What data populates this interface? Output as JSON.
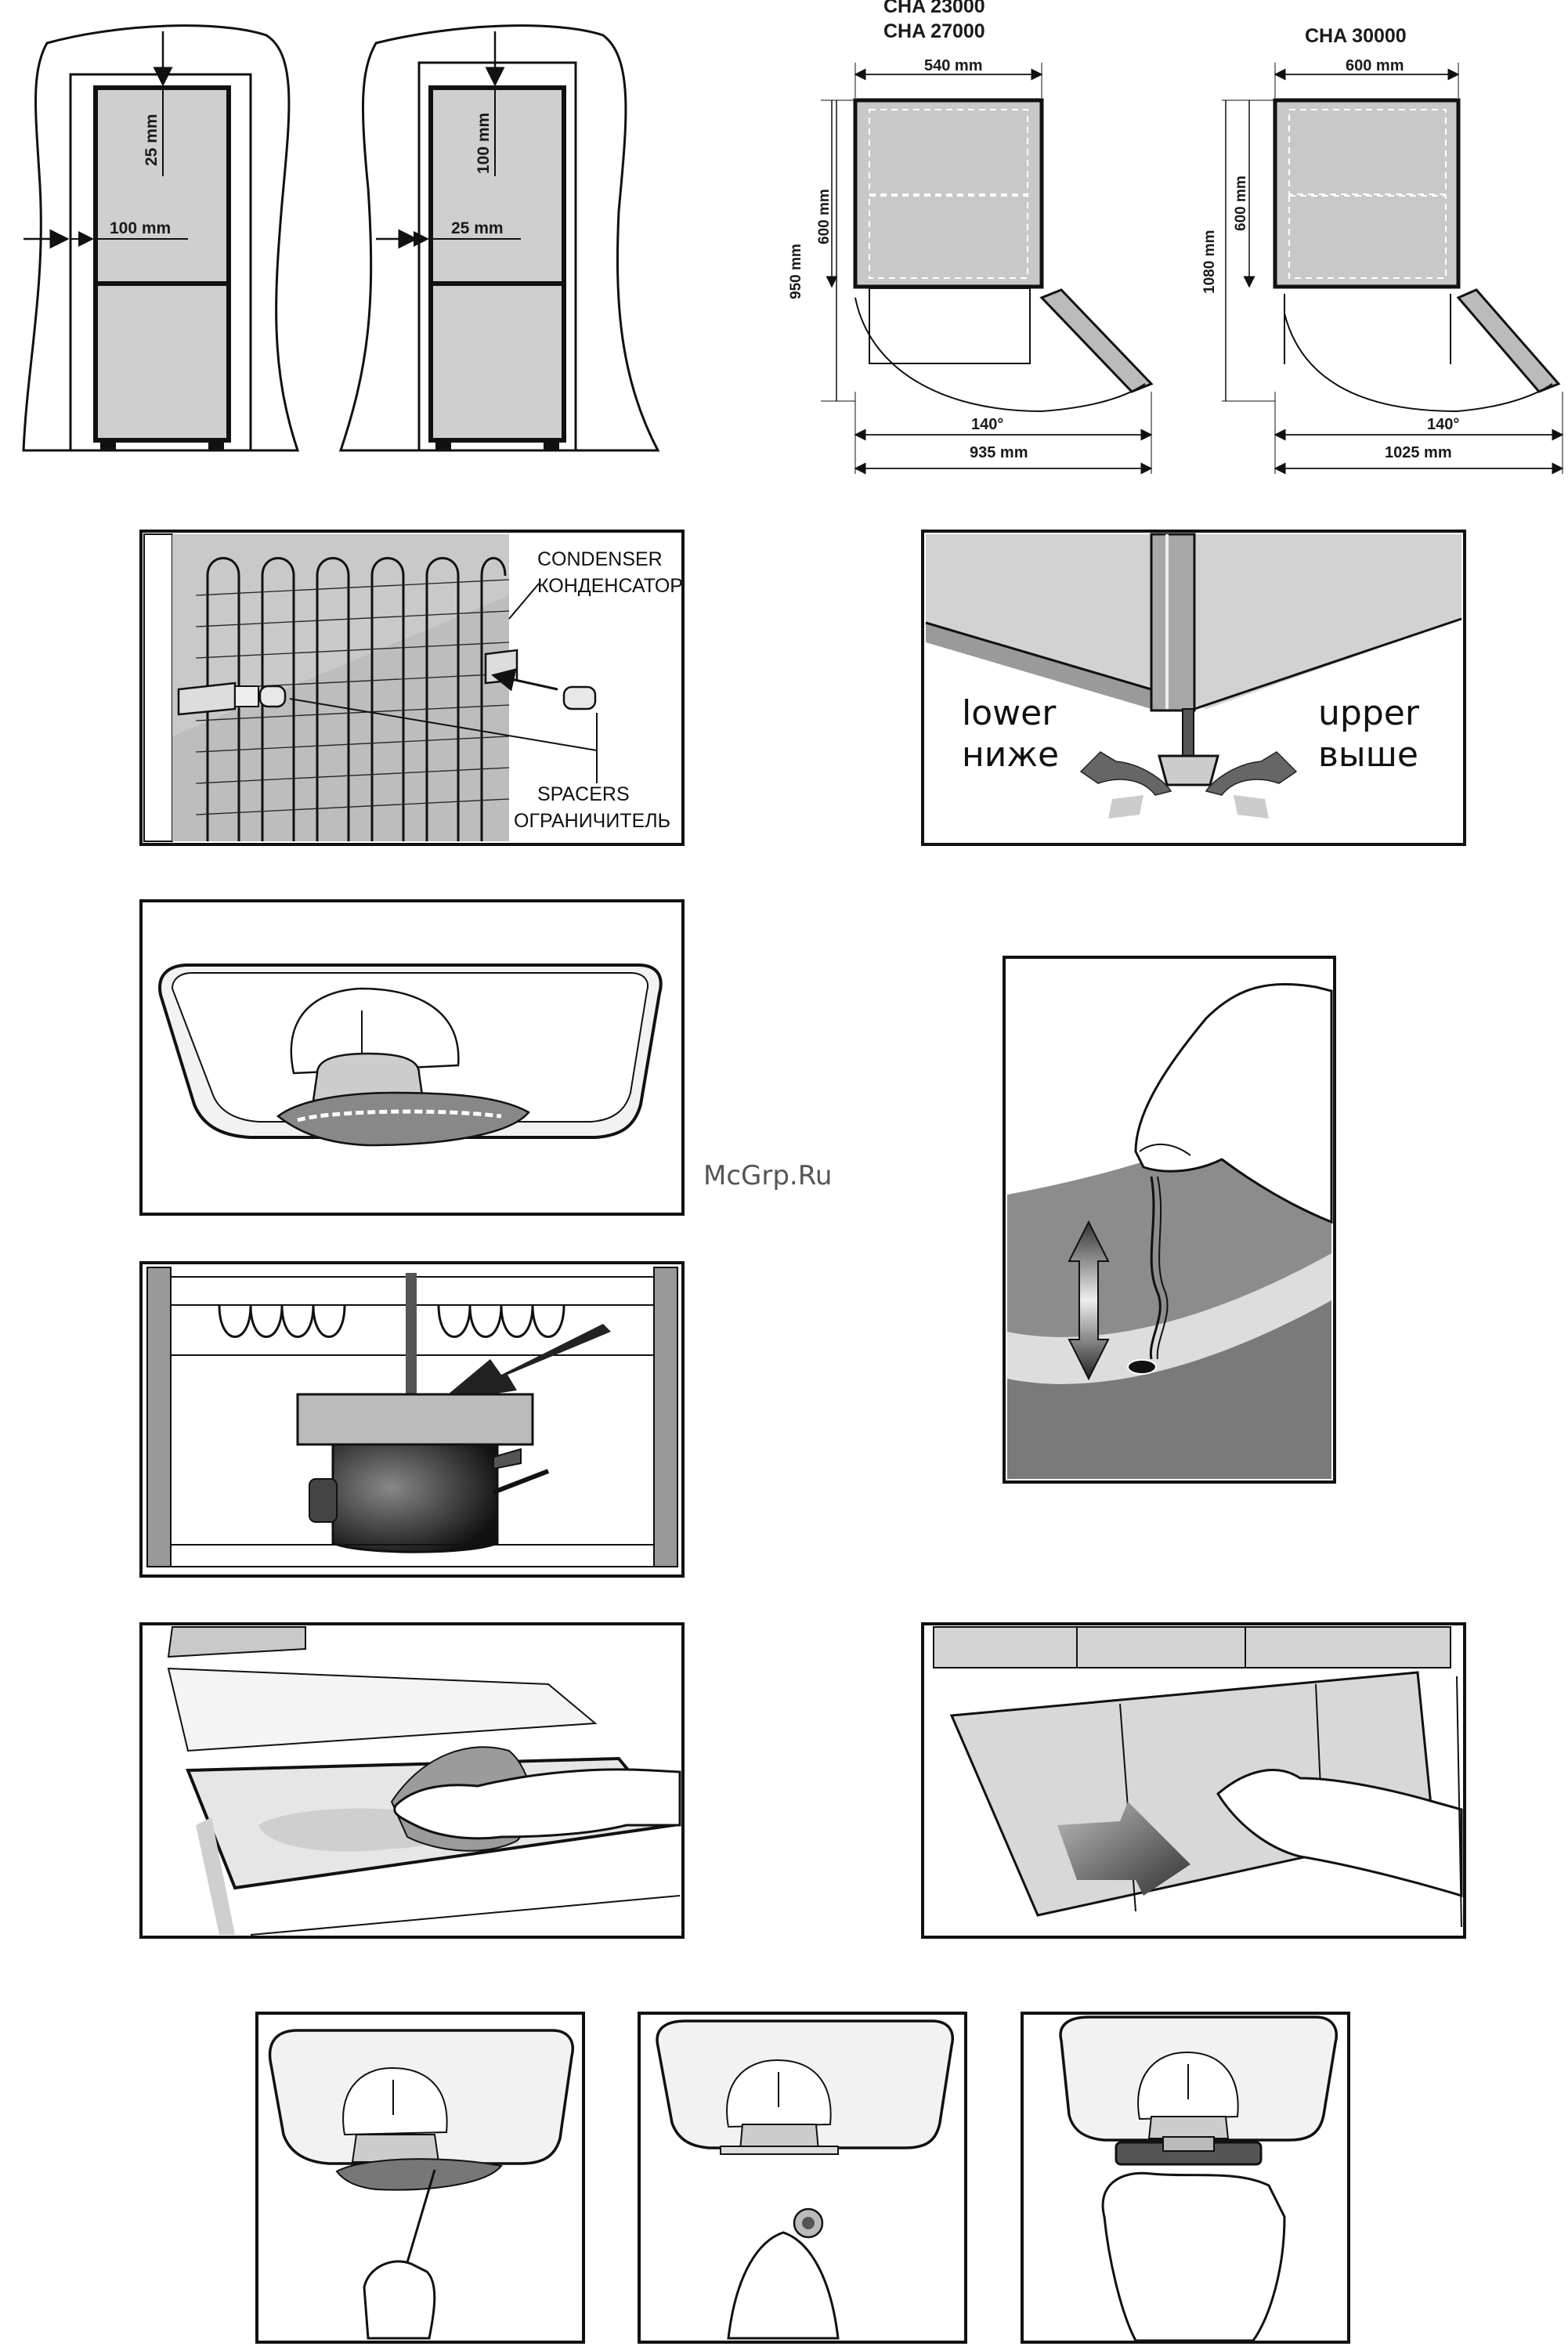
{
  "clearance": {
    "left": {
      "top_gap": "25 mm",
      "side_gap": "100 mm"
    },
    "right": {
      "top_gap": "100 mm",
      "side_gap": "25 mm"
    }
  },
  "door_swing": {
    "a": {
      "models": [
        "CHA 23000",
        "CHA 27000"
      ],
      "width": "540 mm",
      "depth": "600 mm",
      "height": "950 mm",
      "angle": "140°",
      "total": "935 mm"
    },
    "b": {
      "models": [
        "CHA 30000"
      ],
      "width": "600 mm",
      "depth": "600 mm",
      "height": "1080 mm",
      "angle": "140°",
      "total": "1025 mm"
    }
  },
  "condenser": {
    "label_en": "CONDENSER",
    "label_ru": "КОНДЕНСАТОР",
    "spacers_en": "SPACERS",
    "spacers_ru": "ОГРАНИЧИТЕЛЬ"
  },
  "leveling": {
    "lower_en": "lower",
    "lower_ru": "ниже",
    "upper_en": "upper",
    "upper_ru": "выше"
  },
  "watermark": "McGrp.Ru"
}
